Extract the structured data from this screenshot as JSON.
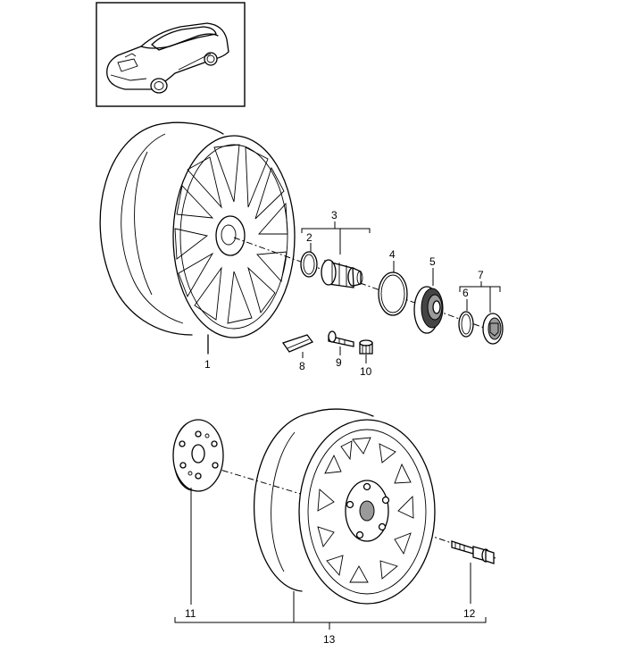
{
  "callouts": {
    "c1": "1",
    "c2": "2",
    "c3": "3",
    "c4": "4",
    "c5": "5",
    "c6": "6",
    "c7": "7",
    "c8": "8",
    "c9": "9",
    "c10": "10",
    "c11": "11",
    "c12": "12",
    "c13": "13"
  },
  "colors": {
    "line": "#000000",
    "background": "#ffffff",
    "shade": "#9a9a9a"
  }
}
